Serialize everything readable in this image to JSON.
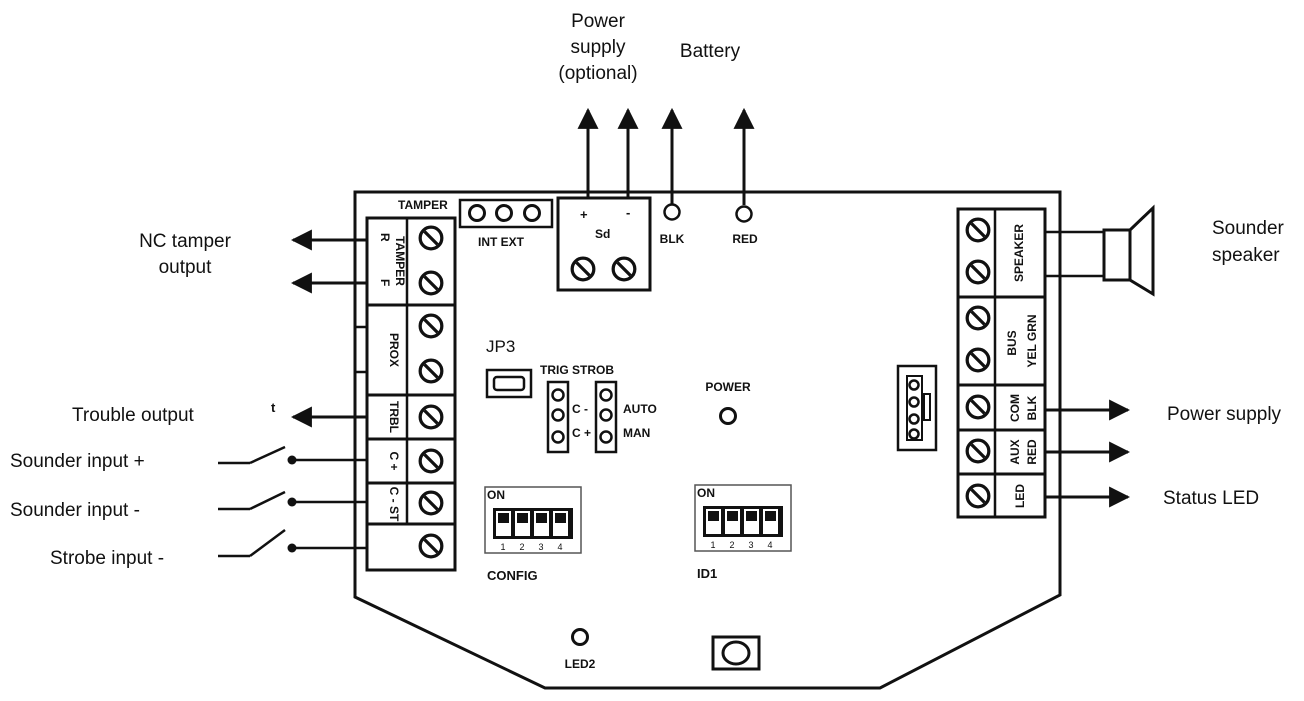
{
  "external_labels": {
    "power_supply_optional": [
      "Power",
      "supply",
      "(optional)"
    ],
    "battery": "Battery",
    "sounder_speaker": [
      "Sounder",
      "speaker"
    ],
    "nc_tamper_output": [
      "NC tamper",
      "output"
    ],
    "trouble_output": "Trouble output",
    "trouble_mark": "t",
    "sounder_input_plus": "Sounder input +",
    "sounder_input_minus": "Sounder input -",
    "strobe_input_minus": "Strobe input -",
    "power_supply": "Power supply",
    "status_led": "Status LED"
  },
  "board": {
    "tamper_title": "TAMPER",
    "tamper_jumper_label": "INT EXT",
    "sd_plus": "+",
    "sd_minus": "-",
    "sd_label": "Sd",
    "blk_label": "BLK",
    "red_label": "RED",
    "left_terminals": {
      "tamper": "TAMPER",
      "r": "R",
      "f": "F",
      "prox": "PROX",
      "trbl": "TRBL",
      "c_plus": "C +",
      "c_minus_st": "C - ST"
    },
    "jp3": "JP3",
    "trig_strob": "TRIG STROB",
    "c_minus": "C -",
    "c_plus": "C +",
    "auto": "AUTO",
    "man": "MAN",
    "power": "POWER",
    "config": "CONFIG",
    "id1": "ID1",
    "dip_on": "ON",
    "dip_numbers": [
      "1",
      "2",
      "3",
      "4"
    ],
    "led2": "LED2",
    "right_terminals": {
      "speaker": "SPEAKER",
      "bus": "BUS",
      "yel_grn": "YEL GRN",
      "com": "COM",
      "blk": "BLK",
      "aux": "AUX",
      "red": "RED",
      "led": "LED"
    }
  }
}
